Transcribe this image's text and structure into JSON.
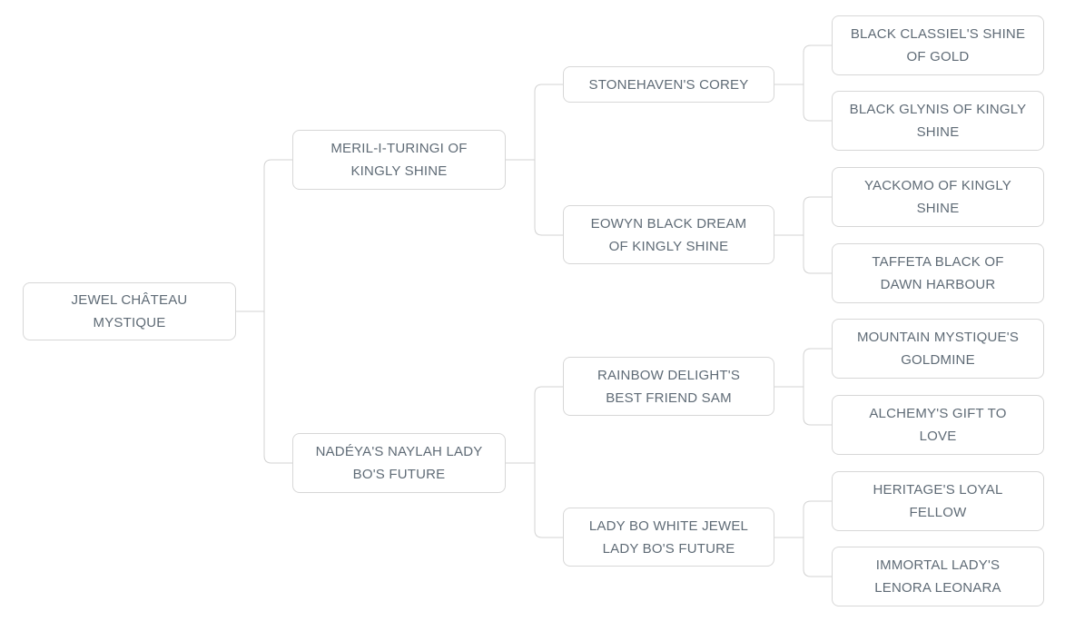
{
  "colors": {
    "page_background": "#ffffff",
    "box_background": "#ffffff",
    "box_border": "#d7d7d7",
    "text": "#5f6b76",
    "connector_line": "#d3d3d3"
  },
  "pedigree": {
    "name": "JEWEL CHÂTEAU\nMYSTIQUE",
    "children": [
      {
        "name": "MERIL-I-TURINGI OF\nKINGLY SHINE",
        "children": [
          {
            "name": "STONEHAVEN'S COREY",
            "children": [
              {
                "name": "BLACK CLASSIEL'S SHINE\nOF GOLD"
              },
              {
                "name": "BLACK GLYNIS OF KINGLY\nSHINE"
              }
            ]
          },
          {
            "name": "EOWYN BLACK DREAM\nOF KINGLY SHINE",
            "children": [
              {
                "name": "YACKOMO OF KINGLY\nSHINE"
              },
              {
                "name": "TAFFETA BLACK OF\nDAWN HARBOUR"
              }
            ]
          }
        ]
      },
      {
        "name": "NADÉYA'S NAYLAH LADY\nBO'S FUTURE",
        "children": [
          {
            "name": "RAINBOW DELIGHT'S\nBEST FRIEND SAM",
            "children": [
              {
                "name": "MOUNTAIN MYSTIQUE'S\nGOLDMINE"
              },
              {
                "name": "ALCHEMY'S GIFT TO\nLOVE"
              }
            ]
          },
          {
            "name": "LADY BO WHITE JEWEL\nLADY BO'S FUTURE",
            "children": [
              {
                "name": "HERITAGE'S LOYAL\nFELLOW"
              },
              {
                "name": "IMMORTAL LADY'S\nLENORA LEONARA"
              }
            ]
          }
        ]
      }
    ]
  }
}
